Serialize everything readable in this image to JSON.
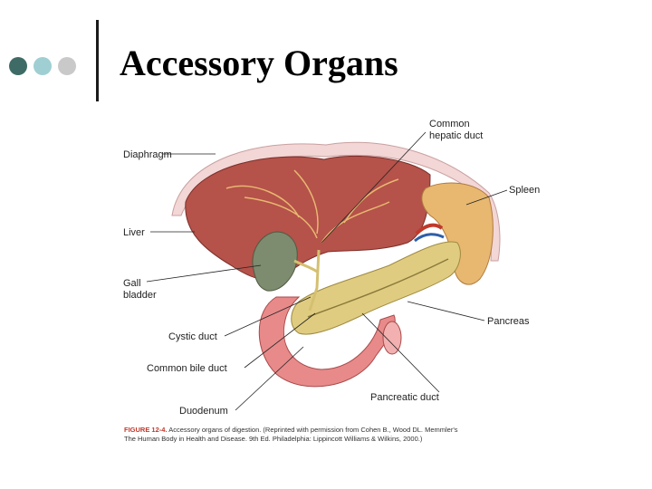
{
  "slide": {
    "title": "Accessory Organs",
    "dot_colors": [
      "#3f6b66",
      "#9fcfd2",
      "#c9c9c9"
    ]
  },
  "figure": {
    "labels": {
      "diaphragm": "Diaphragm",
      "liver": "Liver",
      "gall": "Gall",
      "bladder": "bladder",
      "cystic_duct": "Cystic duct",
      "common_bile_duct": "Common bile duct",
      "duodenum": "Duodenum",
      "common": "Common",
      "hepatic_duct": "hepatic duct",
      "spleen": "Spleen",
      "pancreas": "Pancreas",
      "pancreatic_duct": "Pancreatic duct"
    },
    "caption": {
      "number": "FIGURE 12-4.",
      "line1": "Accessory organs of digestion. (Reprinted with permission from Cohen B., Wood DL. Memmler's",
      "line2": "The Human Body in Health and Disease. 9th Ed. Philadelphia: Lippincott Williams & Wilkins, 2000.)"
    },
    "colors": {
      "liver": "#b5524a",
      "gallbladder": "#7d8b6e",
      "spleen": "#e8b870",
      "pancreas": "#e0cc80",
      "duodenum": "#e88a8a",
      "diaphragm": "#f3d6d6"
    }
  }
}
